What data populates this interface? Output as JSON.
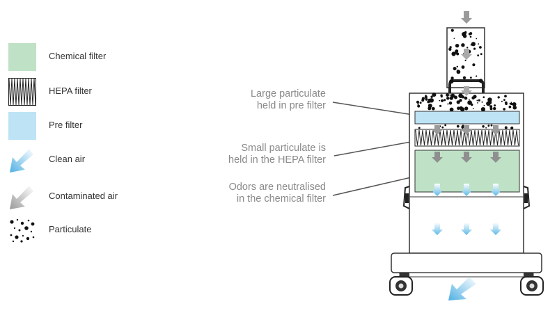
{
  "colors": {
    "chemical": "#bfe2c7",
    "prefilter": "#bde3f4",
    "clean_air": "#5cb8e6",
    "contaminated_air": "#a8a8a8",
    "outline": "#333333",
    "callout_text": "#8a8a8a"
  },
  "legend": [
    {
      "label": "Chemical filter",
      "icon": "chemical-filter-swatch"
    },
    {
      "label": "HEPA filter",
      "icon": "hepa-filter-swatch"
    },
    {
      "label": "Pre filter",
      "icon": "pre-filter-swatch"
    },
    {
      "label": "Clean air",
      "icon": "clean-air-arrow-icon"
    },
    {
      "label": "Contaminated air",
      "icon": "contaminated-air-arrow-icon"
    },
    {
      "label": "Particulate",
      "icon": "particulate-icon"
    }
  ],
  "callouts": [
    {
      "line1": "Large particulate",
      "line2": "held in pre filter"
    },
    {
      "line1": "Small particulate is",
      "line2": "held in the HEPA filter"
    },
    {
      "line1": "Odors are neutralised",
      "line2": "in the chemical filter"
    }
  ]
}
